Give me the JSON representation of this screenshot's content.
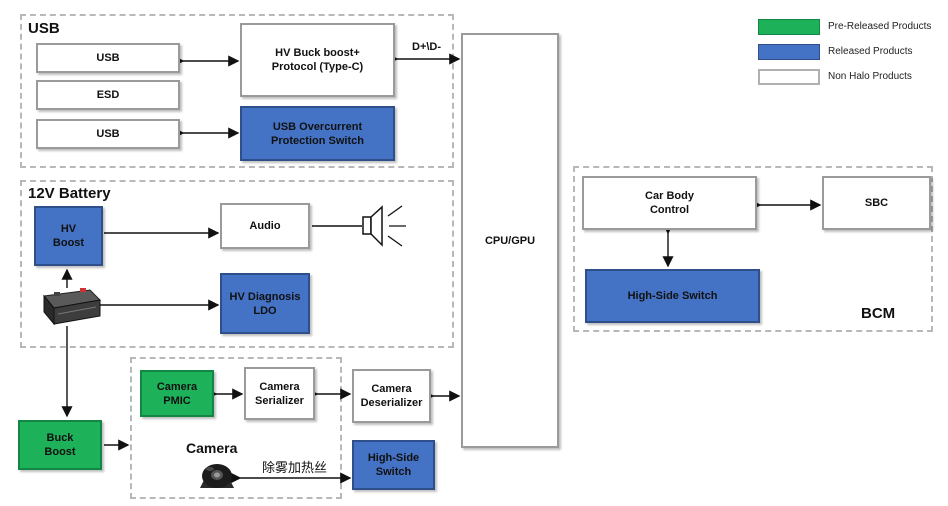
{
  "legend": {
    "pre_released": "Pre-Released Products",
    "released": "Released Products",
    "non_halo": "Non Halo Products",
    "colors": {
      "pre_released": "#1db15a",
      "released": "#4472c4",
      "non_halo": "#ffffff"
    }
  },
  "groups": {
    "usb": "USB",
    "battery": "12V Battery",
    "camera": "Camera",
    "bcm": "BCM"
  },
  "blocks": {
    "usb1": "USB",
    "esd": "ESD",
    "usb2": "USB",
    "hv_buck": "HV Buck boost+\nProtocol (Type-C)",
    "usb_ocp": "USB Overcurrent\nProtection Switch",
    "hv_boost": "HV\nBoost",
    "audio": "Audio",
    "hv_diag": "HV Diagnosis\nLDO",
    "cpu": "CPU/GPU",
    "camera_pmic": "Camera\nPMIC",
    "camera_serializer": "Camera\nSerializer",
    "camera_deserializer": "Camera\nDeserializer",
    "buck_boost": "Buck\nBoost",
    "high_side_switch_cam": "High-Side\nSwitch",
    "car_body": "Car Body\nControl",
    "sbc": "SBC",
    "high_side_switch_bcm": "High-Side Switch"
  },
  "edge_labels": {
    "dplus_dminus": "D+\\D-",
    "defog": "除雾加热丝"
  },
  "icons": {
    "speaker": "speaker-icon",
    "battery": "battery-icon",
    "camera": "dome-camera-icon"
  }
}
